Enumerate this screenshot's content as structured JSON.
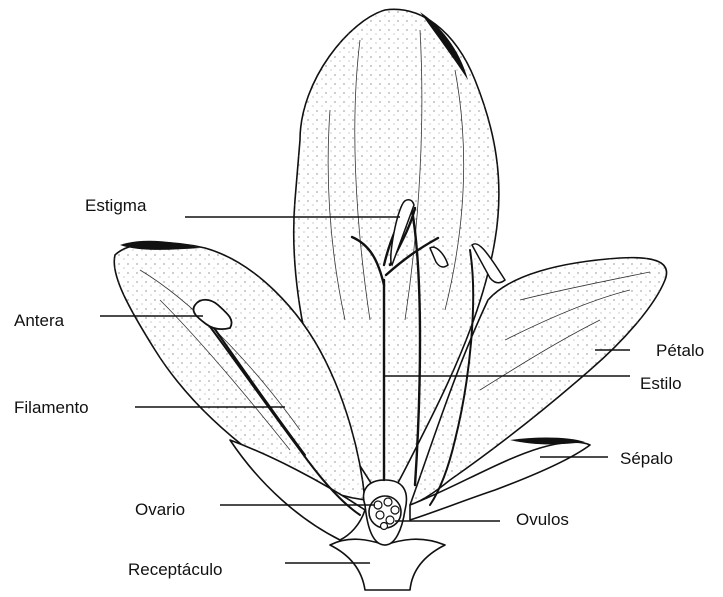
{
  "labels": {
    "estigma": "Estigma",
    "antera": "Antera",
    "filamento": "Filamento",
    "ovario": "Ovario",
    "receptaculo": "Receptáculo",
    "petalo": "Pétalo",
    "estilo": "Estilo",
    "sepalo": "Sépalo",
    "ovulos": "Ovulos"
  },
  "colors": {
    "ink": "#111111",
    "background": "#ffffff"
  }
}
